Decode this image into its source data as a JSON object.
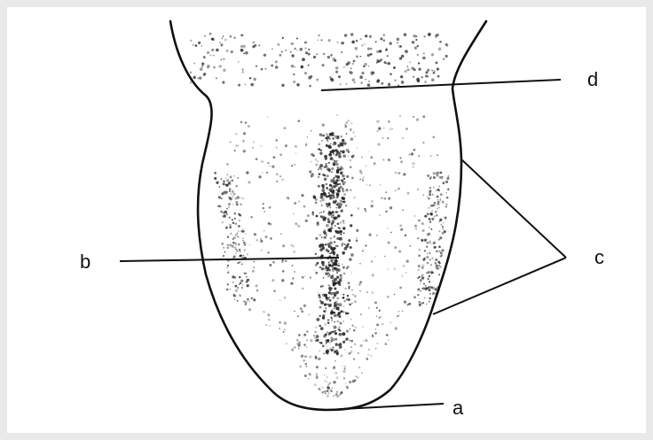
{
  "diagram": {
    "labels": {
      "a": "a",
      "b": "b",
      "c": "c",
      "d": "d"
    },
    "colors": {
      "background": "#e9e9e9",
      "panel": "#ffffff",
      "ink": "#111111"
    }
  }
}
